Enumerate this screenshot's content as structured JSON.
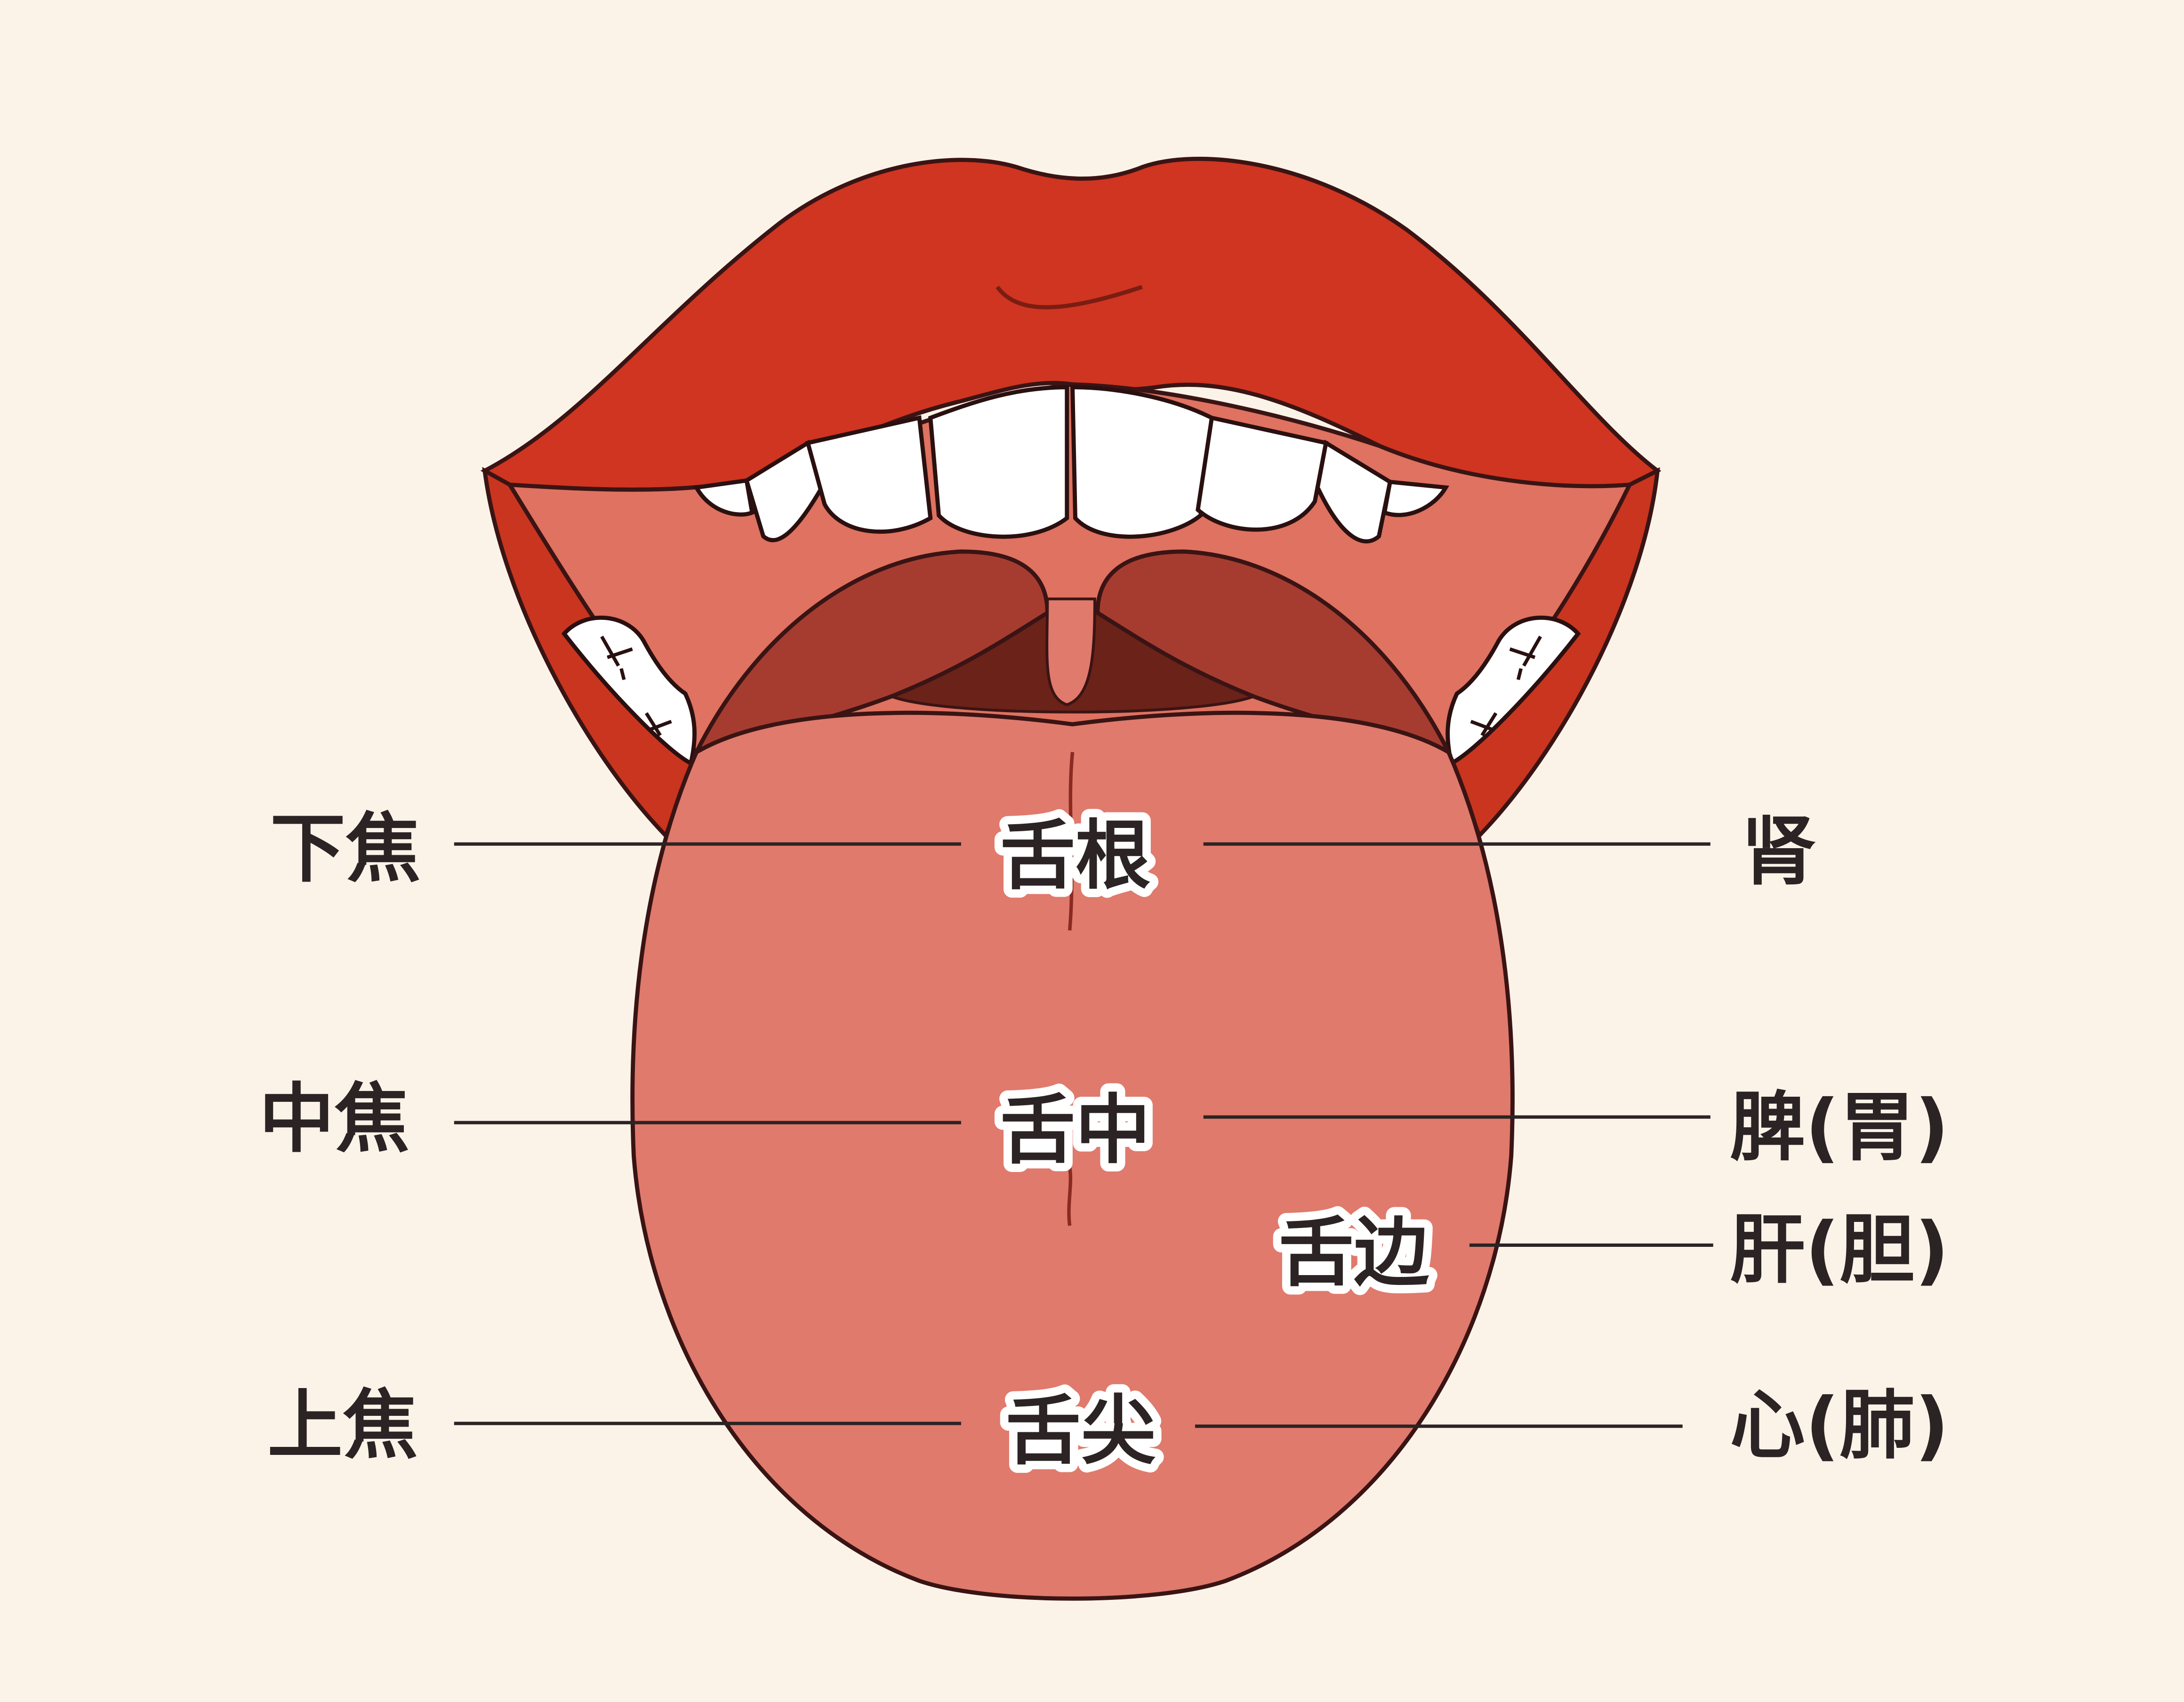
{
  "diagram": {
    "subject": "Tongue diagnosis regions map",
    "colors": {
      "background": "#fbf3e8",
      "lip": "#cf3520",
      "mouth_interior": "#df7260",
      "tongue": "#e07a6c",
      "throat_dark": "#6b2219",
      "arch": "#a63c30",
      "outline": "#3a1414",
      "text": "#2b2324",
      "teeth": "#ffffff"
    },
    "tongue_regions": {
      "root": "舌根",
      "middle": "舌中",
      "edge": "舌边",
      "tip": "舌尖"
    },
    "left_labels": {
      "lower_jiao": "下焦",
      "middle_jiao": "中焦",
      "upper_jiao": "上焦"
    },
    "right_labels": {
      "kidney": "肾",
      "spleen_stomach": "脾(胃)",
      "liver_gallbladder": "肝(胆)",
      "heart_lung": "心(肺)"
    }
  }
}
